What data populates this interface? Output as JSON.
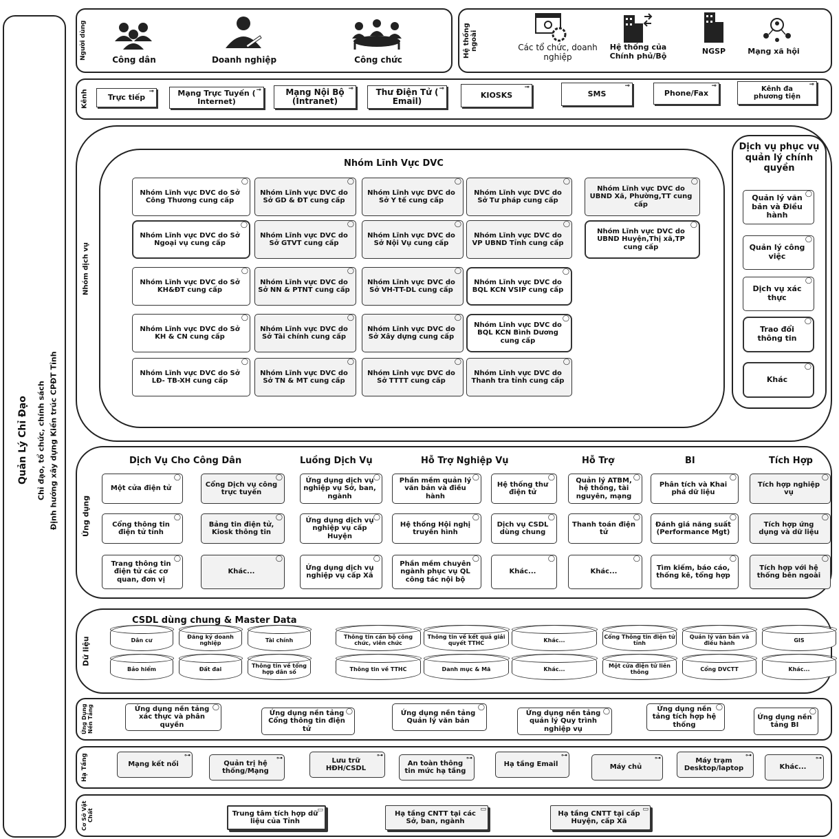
{
  "left_panel": {
    "title": "Quản Lý Chỉ Đạo",
    "line1": "Chỉ đạo, tổ chức, chính sách",
    "line2": "Định hướng xây dựng Kiến trúc CPĐT Tỉnh"
  },
  "users": {
    "label": "Người dùng",
    "items": [
      "Công dân",
      "Doanh nghiệp",
      "Công chức"
    ]
  },
  "external": {
    "label": "Hệ thống ngoài",
    "items": [
      "Các tổ chức, doanh nghiệp",
      "Hệ thống của Chính phủ/Bộ",
      "NGSP",
      "Mạng xã hội"
    ]
  },
  "channels": {
    "label": "Kênh",
    "items": [
      "Trực tiếp",
      "Mạng Trực Tuyến ( Internet)",
      "Mạng Nội Bộ (Intranet)",
      "Thư Điện Tử ( Email)",
      "KIOSKS",
      "SMS",
      "Phone/Fax",
      "Kênh đa phương tiện"
    ]
  },
  "service_group": {
    "label": "Nhóm dịch vụ",
    "title": "Nhóm Lĩnh Vực DVC",
    "items": [
      "Nhóm Lĩnh vực DVC do Sở Công Thương cung cấp",
      "Nhóm Lĩnh vực DVC do Sở GD & ĐT cung cấp",
      "Nhóm Lĩnh vực DVC do Sở Y tế cung cấp",
      "Nhóm Lĩnh vực DVC do Sở Tư pháp cung cấp",
      "Nhóm Lĩnh vực DVC do UBND Xã, Phường,TT cung cấp",
      "Nhóm Lĩnh vực DVC do Sở Ngoại vụ cung cấp",
      "Nhóm Lĩnh vực DVC do Sở GTVT cung cấp",
      "Nhóm Lĩnh vực DVC do Sở Nội Vụ cung cấp",
      "Nhóm Lĩnh vực DVC do VP UBND Tỉnh cung cấp",
      "Nhóm Lĩnh vực DVC do UBND Huyện,Thị xã,TP cung cấp",
      "Nhóm Lĩnh vực DVC do Sở KH&ĐT cung cấp",
      "Nhóm Lĩnh vực DVC do Sở NN & PTNT cung cấp",
      "Nhóm Lĩnh vực DVC do Sở VH-TT-DL cung cấp",
      "Nhóm Lĩnh vực DVC do BQL KCN VSIP cung cấp",
      "Nhóm Lĩnh vực DVC do Sở KH & CN cung cấp",
      "Nhóm Lĩnh vực DVC do Sở Tài chính cung cấp",
      "Nhóm Lĩnh vực DVC do Sở Xây dựng cung cấp",
      "Nhóm Lĩnh vực DVC do BQL KCN Bình Dương cung cấp",
      "Nhóm Lĩnh vực DVC do Sở LĐ- TB-XH cung cấp",
      "Nhóm Lĩnh vực DVC do Sở TN & MT cung cấp",
      "Nhóm Lĩnh vực DVC do Sở TTTT cung cấp",
      "Nhóm Lĩnh vực DVC do Thanh tra tỉnh cung cấp"
    ],
    "gov_title": "Dịch vụ phục vụ quản lý chính quyền",
    "gov_items": [
      "Quản lý văn bản và Điều hành",
      "Quản lý công việc",
      "Dịch vụ xác thực",
      "Trao đổi thông tin",
      "Khác"
    ]
  },
  "apps": {
    "label": "Ứng dụng",
    "headers": [
      "Dịch Vụ Cho Công Dân",
      "Luồng Dịch Vụ",
      "Hỗ Trợ Nghiệp Vụ",
      "Hỗ Trợ",
      "BI",
      "Tích Hợp"
    ],
    "items": [
      "Một cửa điện tử",
      "Cổng Dịch vụ công trực tuyến",
      "Ứng dụng dịch vụ nghiệp vụ Sở, ban, ngành",
      "Phần mềm quản lý văn bản và điều hành",
      "Hệ thống thư điện tử",
      "Quản lý ATBM, hệ thống, tài nguyên, mạng",
      "Phân tích và Khai phá dữ liệu",
      "Tích hợp nghiệp vụ",
      "Cổng thông tin điện tử tỉnh",
      "Bảng tin điện tử, Kiosk thông tin",
      "Ứng dụng dịch vụ nghiệp vụ cấp Huyện",
      "Hệ thống Hội nghị truyền hình",
      "Dịch vụ CSDL dùng chung",
      "Thanh toán điện tử",
      "Đánh giá năng suất (Performance Mgt)",
      "Tích hợp ứng dụng và dữ liệu",
      "Trang thông tin điện tử các cơ quan, đơn vị",
      "Khác...",
      "Ứng dụng dịch vụ nghiệp vụ cấp Xã",
      "Phần mềm chuyên ngành phục vụ QL công tác nội bộ",
      "Khác...",
      "Khác...",
      "Tìm kiếm, báo cáo, thống kê, tổng hợp",
      "Tích hợp với hệ thống bên ngoài"
    ]
  },
  "data": {
    "label": "Dữ liệu",
    "title": "CSDL dùng chung & Master Data",
    "items": [
      "Dân cư",
      "Đăng ký doanh nghiệp",
      "Tài chính",
      "Bảo hiểm",
      "Đất đai",
      "Thông tin về tổng hợp dân số",
      "Thông tin cán bộ công chức, viên chức",
      "Thông tin về kết quả giải quyết TTHC",
      "Khác...",
      "Thông tin về TTHC",
      "Danh mục & Mã",
      "Khác...",
      "Cổng Thông tin điện tử tỉnh",
      "Quản lý văn bản và điều hành",
      "GIS",
      "Một cửa điện tử liên thông",
      "Cổng DVCTT",
      "Khác..."
    ]
  },
  "platform": {
    "label": "Ứng Dụng Nền Tảng",
    "items": [
      "Ứng dụng nền tảng xác thực và phân quyền",
      "Ứng dụng nền tảng Cổng thông tin điện tử",
      "Ứng dụng nền tảng Quản lý văn bản",
      "Ứng dụng nền tảng quản lý Quy trình nghiệp vụ",
      "Ứng dụng nền tảng tích hợp hệ thống",
      "Ứng dụng nền tảng BI"
    ]
  },
  "infra": {
    "label": "Hạ Tầng",
    "items": [
      "Mạng kết nối",
      "Quản trị hệ thống/Mạng",
      "Lưu trữ HĐH/CSDL",
      "An toàn thông tin mức hạ tầng",
      "Hạ tầng Email",
      "Máy chủ",
      "Máy trạm Desktop/laptop",
      "Khác..."
    ]
  },
  "facility": {
    "label": "Cơ Sở Vật Chất",
    "items": [
      "Trung tâm tích hợp dữ liệu của Tỉnh",
      "Hạ tầng CNTT tại các Sở, ban, ngành",
      "Hạ tầng CNTT tại cấp Huyện, cấp Xã"
    ]
  }
}
